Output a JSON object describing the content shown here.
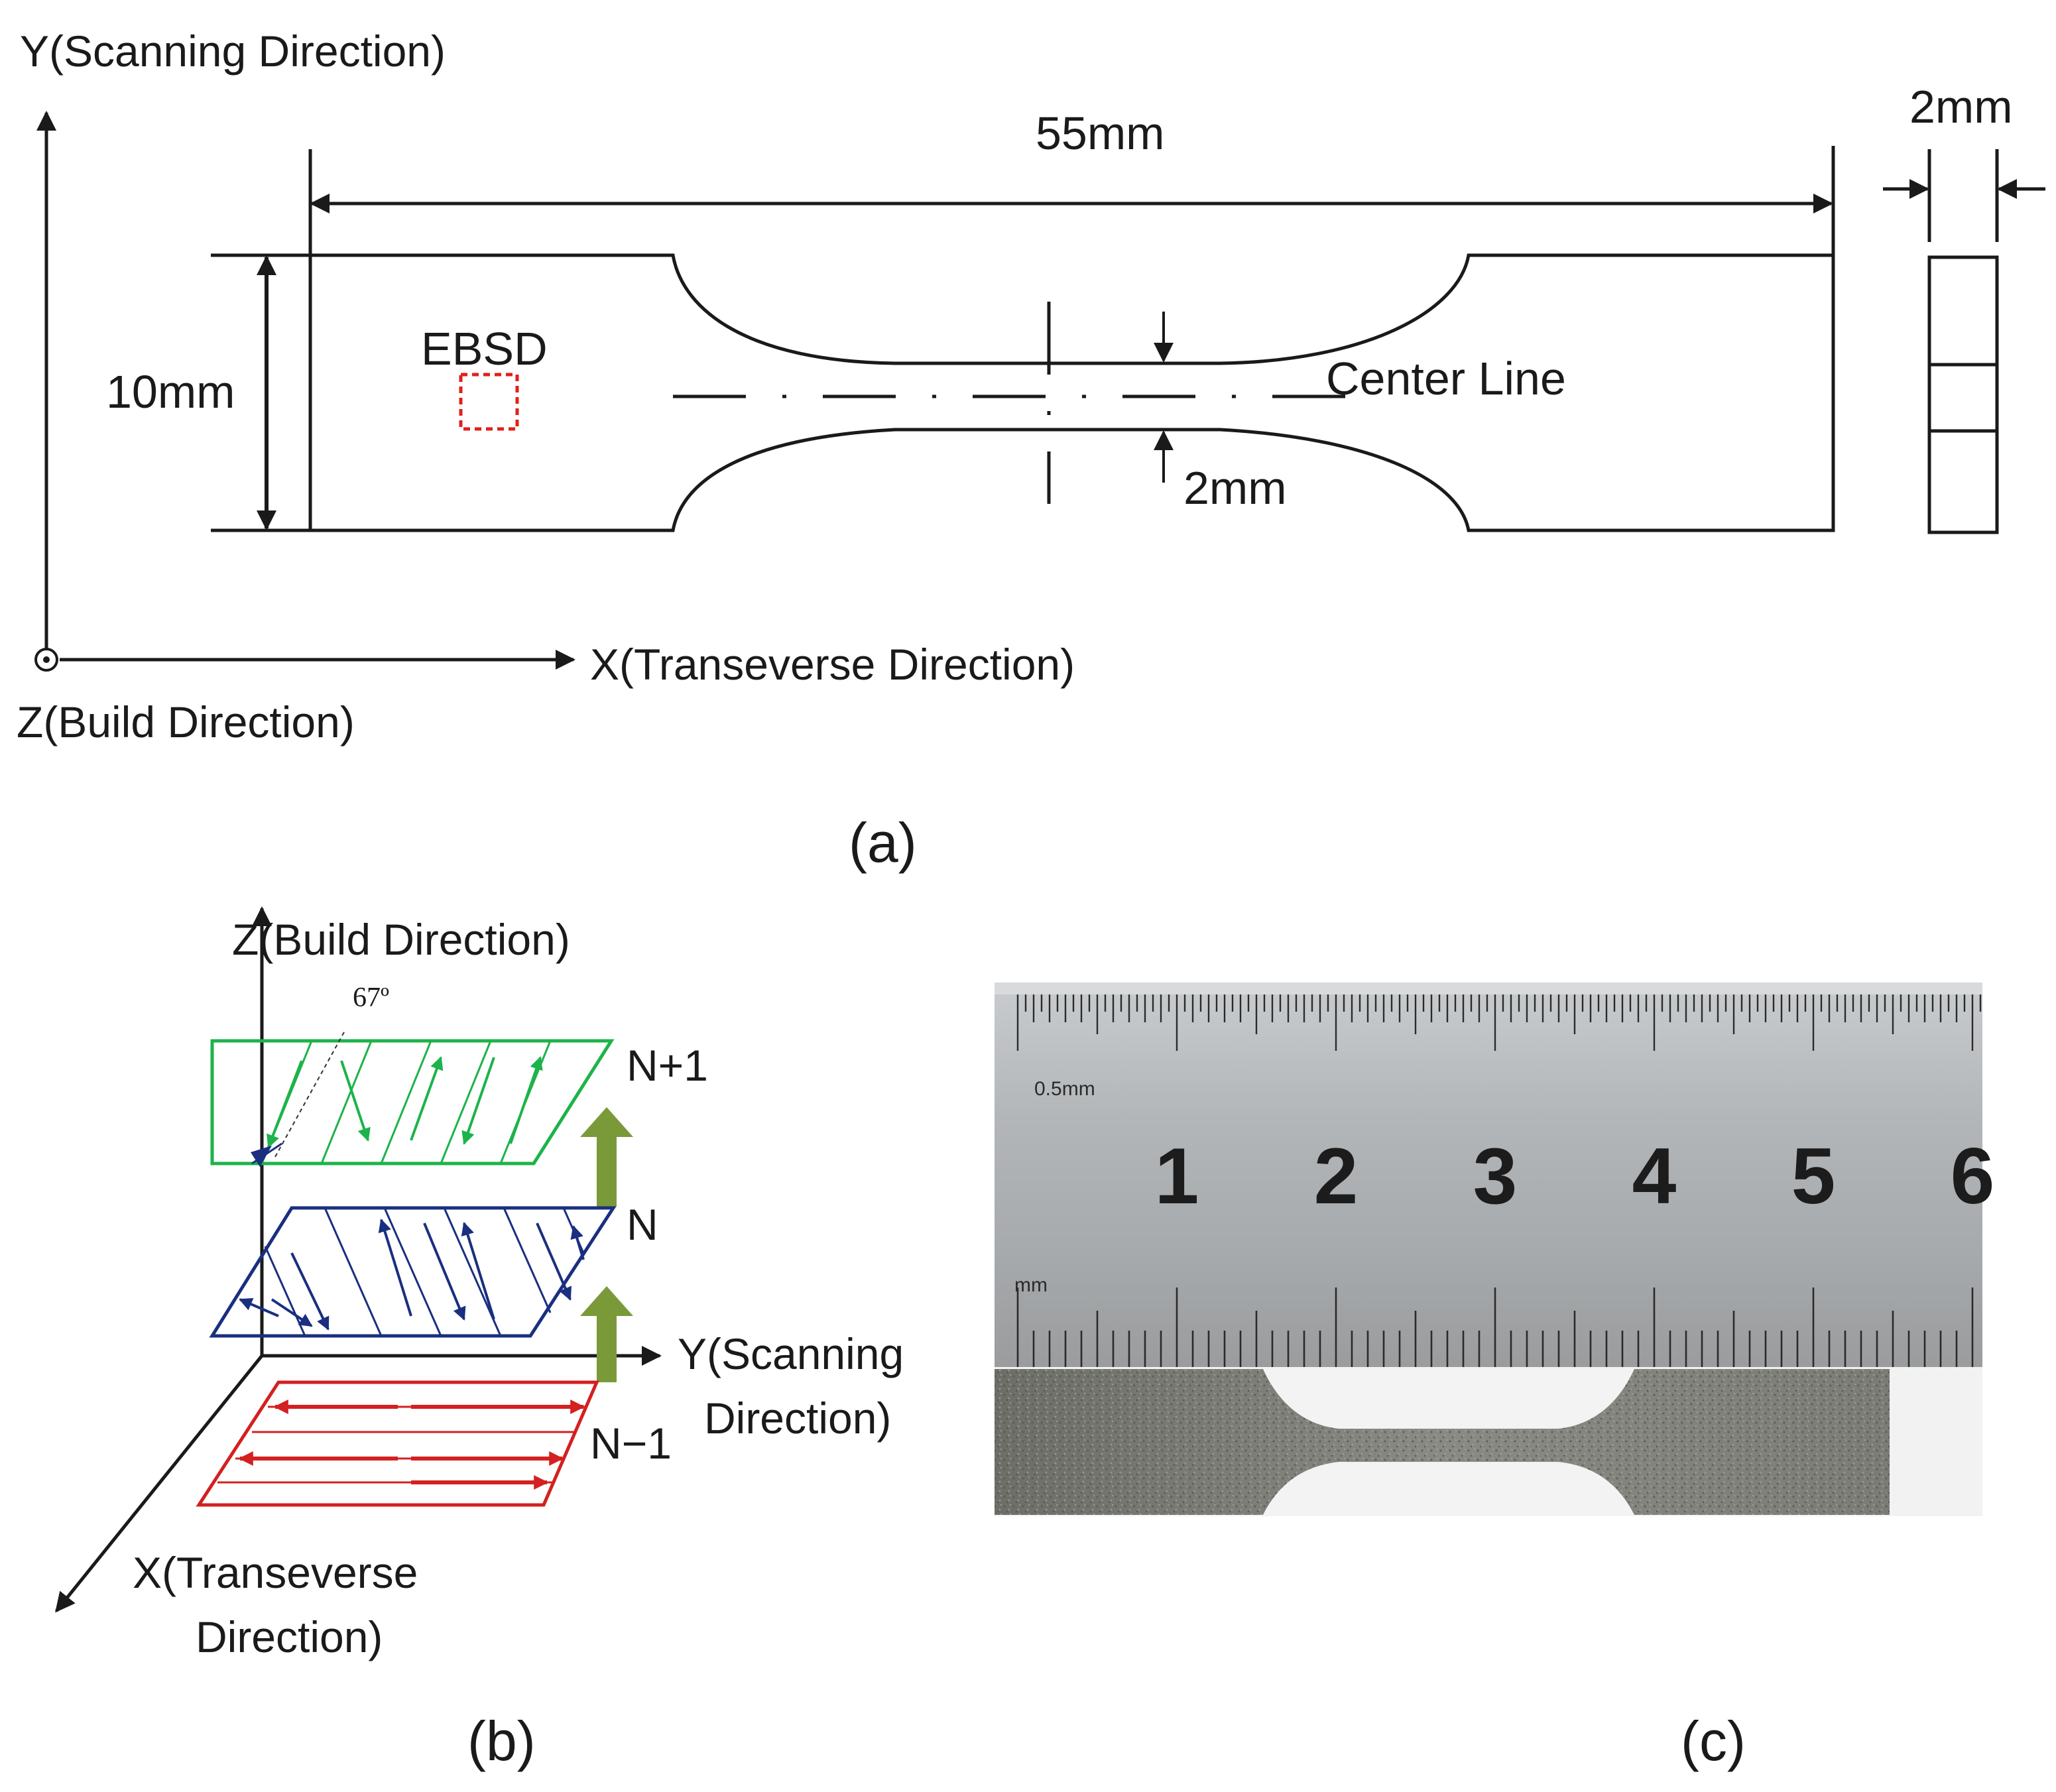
{
  "panel_a": {
    "caption": "(a)",
    "y_axis_label": "Y(Scanning Direction)",
    "x_axis_label": "X(Transeverse Direction)",
    "z_axis_label": "Z(Build Direction)",
    "length_label": "55mm",
    "width_label": "10mm",
    "gauge_label": "2mm",
    "thickness_label": "2mm",
    "ebsd_label": "EBSD",
    "center_line_label": "Center Line",
    "ebsd_box_color": "#e0201a"
  },
  "panel_b": {
    "caption": "(b)",
    "z_axis_label": "Z(Build Direction)",
    "y_axis_label_1": "Y(Scanning",
    "y_axis_label_2": "Direction)",
    "x_axis_label_1": "X(Transeverse",
    "x_axis_label_2": "Direction)",
    "angle_label": "67º",
    "layer_top": "N+1",
    "layer_mid": "N",
    "layer_bottom": "N−1",
    "colors": {
      "layer_top": "#1db34a",
      "layer_mid": "#1a2f80",
      "layer_bottom": "#d42020",
      "build_arrow": "#7a9a3a"
    }
  },
  "panel_c": {
    "caption": "(c)",
    "ruler_top_unit": "0.5mm",
    "ruler_bottom_unit": "mm",
    "ruler_numbers": [
      "1",
      "2",
      "3",
      "4",
      "5",
      "6"
    ]
  }
}
